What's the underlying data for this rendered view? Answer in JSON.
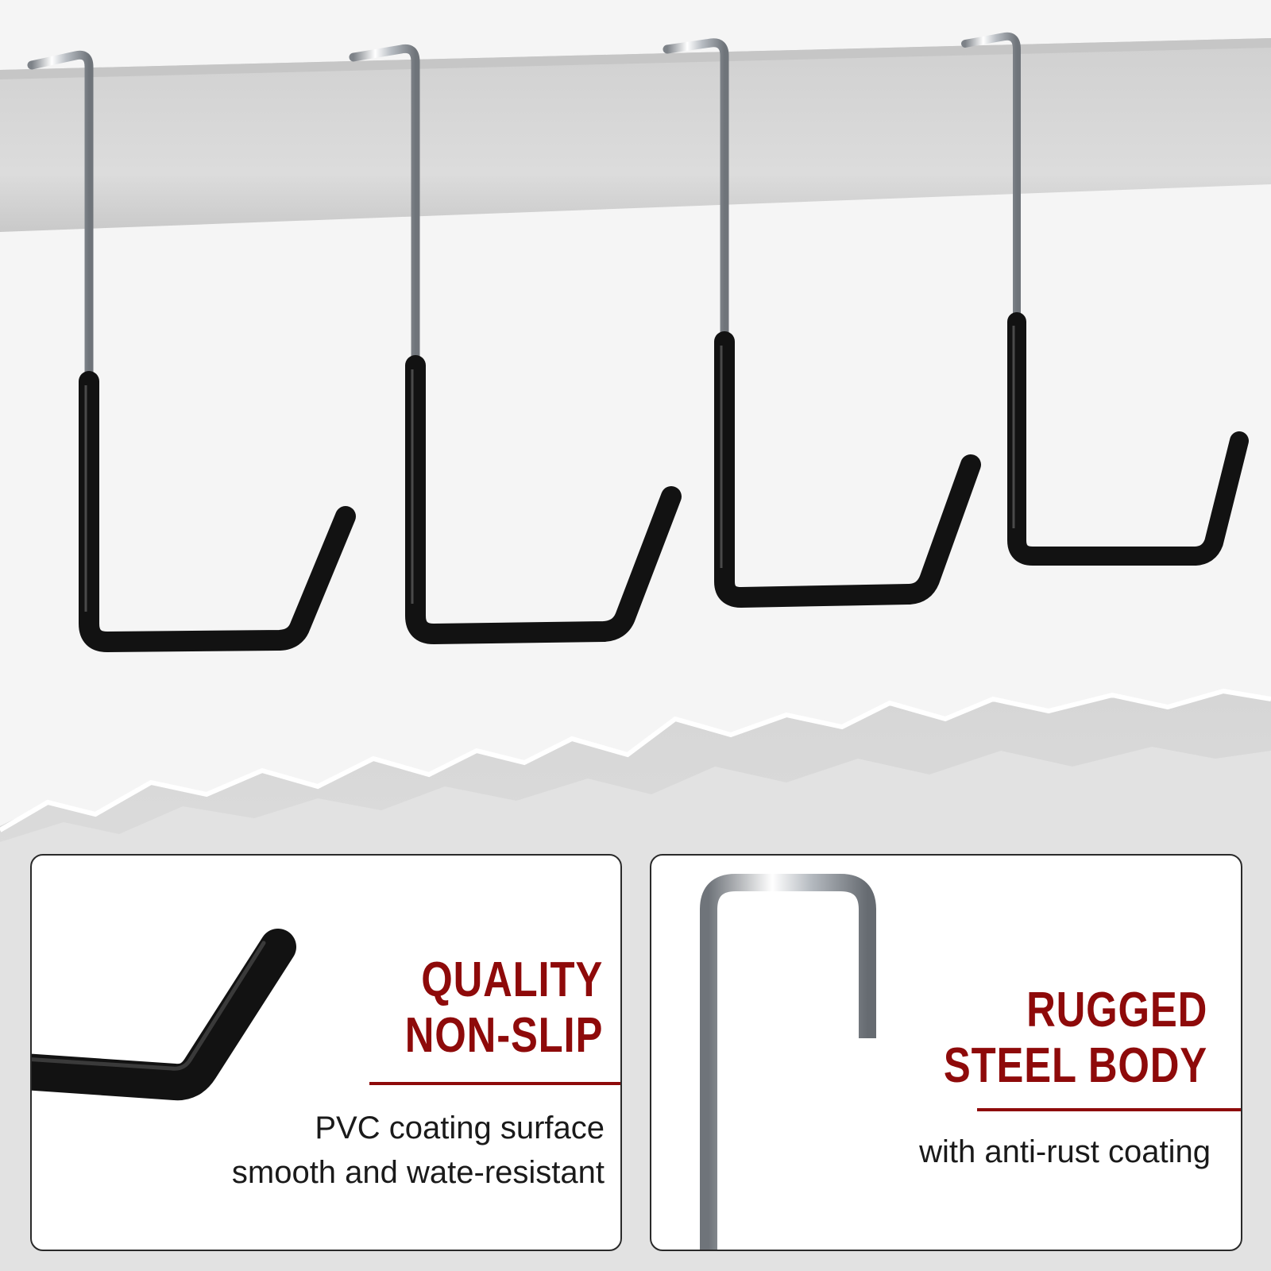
{
  "features": [
    {
      "heading_line1": "QUALITY",
      "heading_line2": "NON-SLIP",
      "description_line1": "PVC coating surface",
      "description_line2": "smooth and wate-resistant",
      "icon": "pvc-coated-hook-tip"
    },
    {
      "heading_line1": "RUGGED",
      "heading_line2": "STEEL BODY",
      "description_line1": "with anti-rust coating",
      "icon": "steel-hook-bend"
    }
  ],
  "colors": {
    "accent": "#8e0a0a",
    "coating": "#111111",
    "steel": "#c9cdd2",
    "rail": "#d9d9d9"
  }
}
